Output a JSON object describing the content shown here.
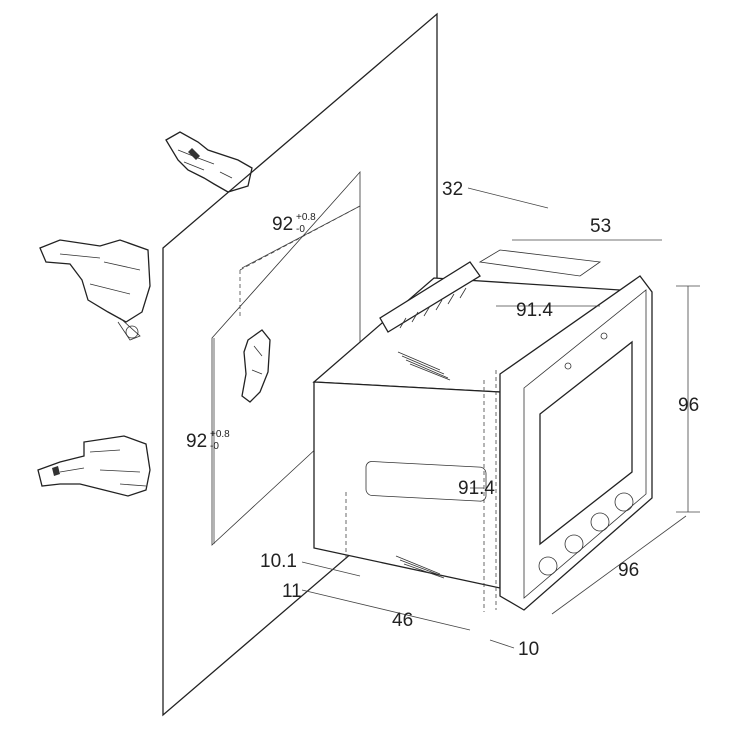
{
  "dimensions": {
    "cutout_width": {
      "value": "92",
      "tol_plus": "+0.8",
      "tol_minus": "-0"
    },
    "cutout_height": {
      "value": "92",
      "tol_plus": "+0.8",
      "tol_minus": "-0"
    },
    "rear_depth_top": "32",
    "body_depth_top": "53",
    "case_width": "91.4",
    "case_height": "91.4",
    "front_height": "96",
    "front_width": "96",
    "panel_gap": "10.1",
    "panel_max": "11",
    "body_depth": "46",
    "bezel_depth": "10"
  }
}
